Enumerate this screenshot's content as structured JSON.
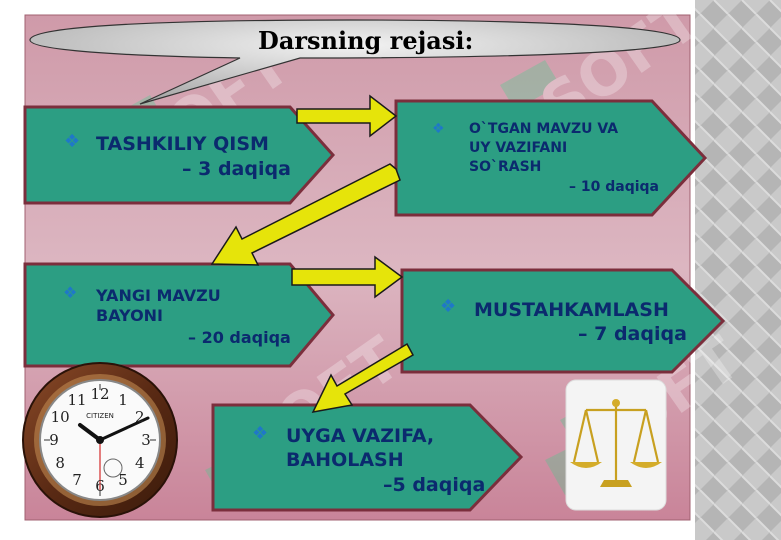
{
  "slide": {
    "title": "Darsning rejasi:",
    "colors": {
      "pink_panel": "#c98fa0",
      "teal_box": "#2c9e83",
      "box_border": "#7b2e3c",
      "yellow_arrow": "#e6e40a",
      "text": "#0b2a6e",
      "bullet": "#1f78c8"
    }
  },
  "steps": [
    {
      "line1": "TASHKILIY  QISM",
      "line2": "",
      "line3": "",
      "time": "– 3 daqiqa"
    },
    {
      "line1": "O`TGAN  MAVZU VA",
      "line2": "UY  VAZIFANI",
      "line3": "SO`RASH",
      "time": "– 10 daqiqa"
    },
    {
      "line1": "YANGI MAVZU",
      "line2": "BAYONI",
      "line3": "",
      "time": "– 20 daqiqa"
    },
    {
      "line1": "MUSTAHKAMLASH",
      "line2": "",
      "line3": "",
      "time": "– 7 daqiqa"
    },
    {
      "line1": "UYGA  VAZIFA,",
      "line2": "BAHOLASH",
      "line3": "",
      "time": "–5 daqiqa"
    }
  ],
  "clock": {
    "brand": "CITIZEN",
    "numbers": [
      "12",
      "1",
      "2",
      "3",
      "4",
      "5",
      "6",
      "7",
      "8",
      "9",
      "10",
      "11"
    ],
    "icon": "wall-clock-icon"
  },
  "scales": {
    "icon": "balance-scale-icon"
  }
}
